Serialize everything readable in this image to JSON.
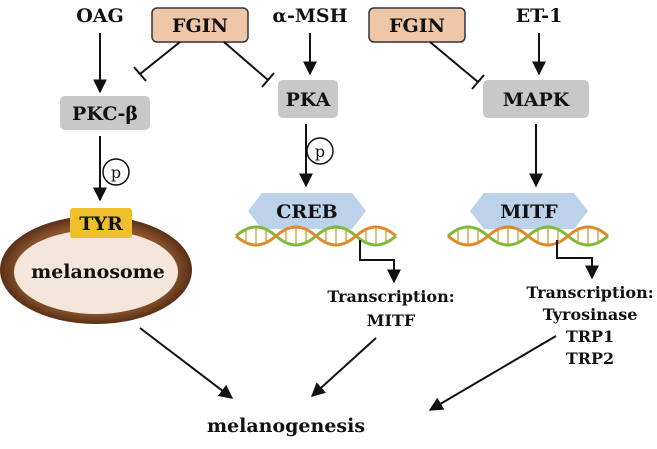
{
  "inputs": {
    "oag": "OAG",
    "amsh": "α-MSH",
    "et1": "ET-1"
  },
  "inhibitors": {
    "fgin_left": "FGIN",
    "fgin_right": "FGIN"
  },
  "kinases": {
    "pkc": "PKC-β",
    "pka": "PKA",
    "mapk": "MAPK"
  },
  "phospho": {
    "left": "p",
    "mid": "p"
  },
  "factors": {
    "tyr": "TYR",
    "creb": "CREB",
    "mitf": "MITF"
  },
  "melanosome": "melanosome",
  "transcription_mid": {
    "title": "Transcription:",
    "target": "MITF"
  },
  "transcription_right": {
    "title": "Transcription:",
    "targets": [
      "Tyrosinase",
      "TRP1",
      "TRP2"
    ]
  },
  "output": "melanogenesis",
  "colors": {
    "fgin_fill": "#efc6a8",
    "kinase_fill": "#c8c8c8",
    "factor_fill": "#bcd1ea",
    "tyr_fill": "#f0c02a",
    "melanosome_fill": "#f4e6da",
    "melanosome_rim": "#6a3a1f",
    "dna_green": "#7cbb3a",
    "dna_orange": "#e0892a"
  }
}
